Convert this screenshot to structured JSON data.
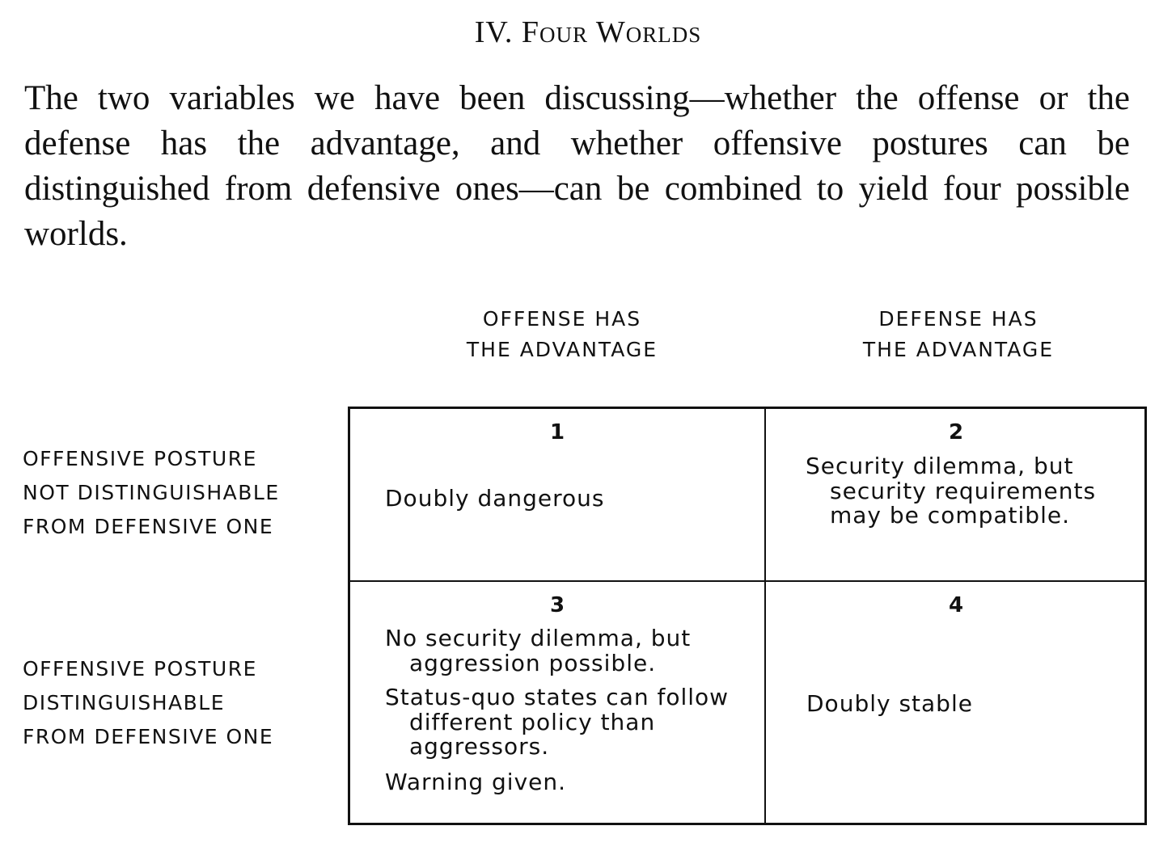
{
  "section_title": "IV. Four Worlds",
  "paragraph": "The two variables we have been discussing—whether the offense or the defense has the advantage, and whether offensive postures can be distinguished from defensive ones—can be combined to yield four possible worlds.",
  "table": {
    "column_headers": [
      [
        "OFFENSE HAS",
        "THE ADVANTAGE"
      ],
      [
        "DEFENSE HAS",
        "THE ADVANTAGE"
      ]
    ],
    "row_headers": [
      [
        "OFFENSIVE POSTURE",
        "NOT DISTINGUISHABLE",
        "FROM DEFENSIVE ONE"
      ],
      [
        "OFFENSIVE POSTURE",
        "DISTINGUISHABLE",
        "FROM DEFENSIVE ONE"
      ]
    ],
    "cells": [
      {
        "number": "1",
        "lines": [
          "Doubly dangerous"
        ]
      },
      {
        "number": "2",
        "lines": [
          "Security dilemma, but",
          "security requirements",
          "may be compatible."
        ]
      },
      {
        "number": "3",
        "lines": [
          "No security dilemma, but",
          "aggression possible.",
          "Status-quo states can follow",
          "different policy than",
          "aggressors.",
          "Warning given."
        ]
      },
      {
        "number": "4",
        "lines": [
          "Doubly stable"
        ]
      }
    ]
  }
}
